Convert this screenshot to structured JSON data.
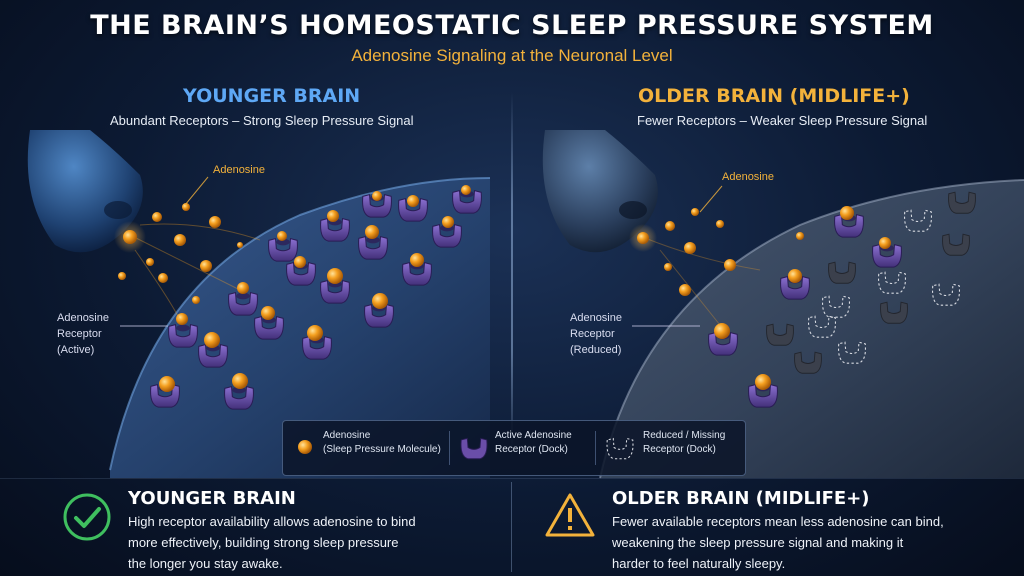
{
  "title": "THE BRAIN’S HOMEOSTATIC SLEEP PRESSURE SYSTEM",
  "subtitle": "Adenosine Signaling at the Neuronal Level",
  "colors": {
    "young_accent": "#5ea8f5",
    "old_accent": "#f3b23b",
    "adenosine": "#f5a020",
    "receptor": "#6a4ea8",
    "check_green": "#3fbf5f"
  },
  "left_panel": {
    "heading": "YOUNGER BRAIN",
    "subheading": "Abundant Receptors – Strong Sleep Pressure Signal",
    "adenosine_label": "Adenosine",
    "receptor_label_line1": "Adenosine",
    "receptor_label_line2": "Receptor",
    "receptor_label_line3": "(Active)"
  },
  "right_panel": {
    "heading": "OLDER BRAIN (MIDLIFE+)",
    "subheading": "Fewer Receptors – Weaker Sleep Pressure Signal",
    "adenosine_label": "Adenosine",
    "receptor_label_line1": "Adenosine",
    "receptor_label_line2": "Receptor",
    "receptor_label_line3": "(Reduced)"
  },
  "legend": {
    "adenosine_line1": "Adenosine",
    "adenosine_line2": "(Sleep Pressure Molecule)",
    "active_line1": "Active Adenosine",
    "active_line2": "Receptor (Dock)",
    "missing_line1": "Reduced / Missing",
    "missing_line2": "Receptor (Dock)",
    "icons": [
      "adenosine-molecule-icon",
      "active-receptor-icon",
      "missing-receptor-icon"
    ]
  },
  "bottom": {
    "left_heading": "YOUNGER BRAIN",
    "left_line1": "High receptor availability allows adenosine to bind",
    "left_line2": "more effectively, building strong sleep pressure",
    "left_line3": "the longer you stay awake.",
    "left_icon": "check-circle-icon",
    "right_heading": "OLDER BRAIN (MIDLIFE+)",
    "right_line1": "Fewer available receptors mean less adenosine can bind,",
    "right_line2": "weakening the sleep pressure signal and making it",
    "right_line3": "harder to feel naturally sleepy.",
    "right_icon": "warning-triangle-icon"
  }
}
